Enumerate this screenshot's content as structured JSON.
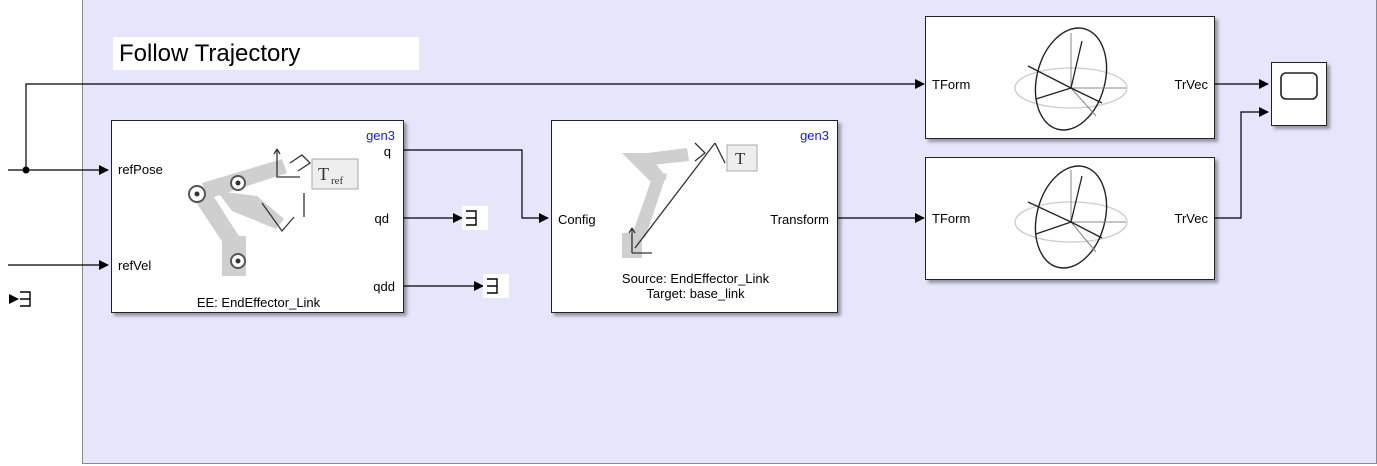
{
  "area": {
    "title": "Follow Trajectory"
  },
  "ik_block": {
    "tag": "gen3",
    "inputs": [
      "refPose",
      "refVel"
    ],
    "outputs": [
      "q",
      "qd",
      "qdd"
    ],
    "caption": "EE: EndEffector_Link",
    "icon_label_main": "T",
    "icon_label_sub": "ref"
  },
  "tf_block": {
    "tag": "gen3",
    "input": "Config",
    "output": "Transform",
    "caption_line1": "Source: EndEffector_Link",
    "caption_line2": "Target: base_link",
    "icon_label": "T"
  },
  "tform_block_top": {
    "input": "TForm",
    "output": "TrVec"
  },
  "tform_block_bottom": {
    "input": "TForm",
    "output": "TrVec"
  },
  "scope": {
    "icon": "scope-screen-icon"
  },
  "terminators": {
    "icon": "terminator-icon"
  },
  "colors": {
    "area_bg": "#e5e5fb",
    "tag_blue": "#1a1aee",
    "wire": "#000000"
  }
}
